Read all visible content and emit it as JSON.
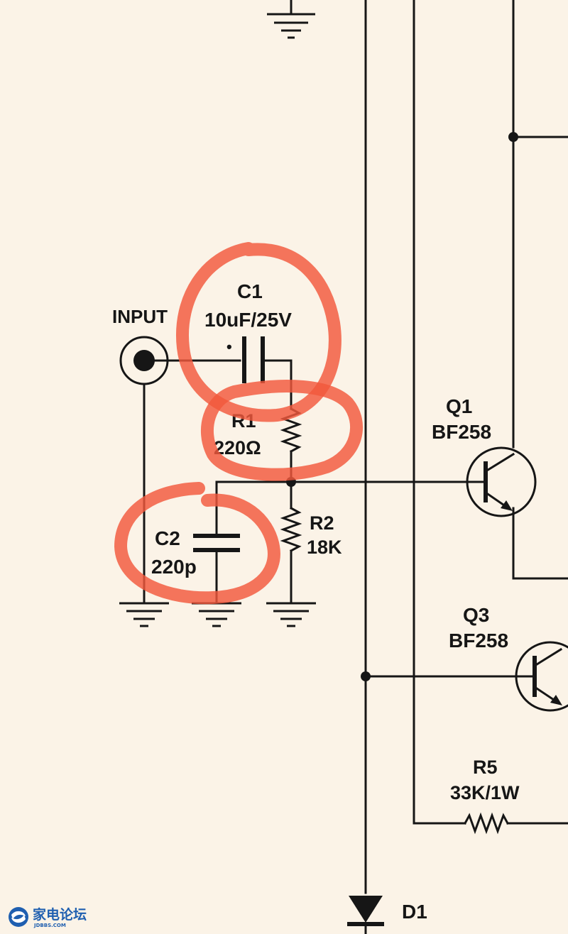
{
  "components": {
    "input": {
      "label": "INPUT"
    },
    "c1": {
      "name": "C1",
      "value": "10uF/25V",
      "polarity_mark": "•"
    },
    "r1": {
      "name": "R1",
      "value": "220Ω"
    },
    "r2": {
      "name": "R2",
      "value": "18K"
    },
    "c2": {
      "name": "C2",
      "value": "220p"
    },
    "q1": {
      "name": "Q1",
      "value": "BF258"
    },
    "q3": {
      "name": "Q3",
      "value": "BF258"
    },
    "r5": {
      "name": "R5",
      "value": "33K/1W"
    },
    "d1": {
      "name": "D1"
    }
  },
  "annotations": {
    "highlight_color": "#f2583c",
    "highlighted": [
      "C1",
      "R1",
      "C2"
    ]
  },
  "watermark": {
    "text_cn": "家电论坛",
    "text_en": "JDBBS.COM",
    "color": "#1f5fb0"
  }
}
